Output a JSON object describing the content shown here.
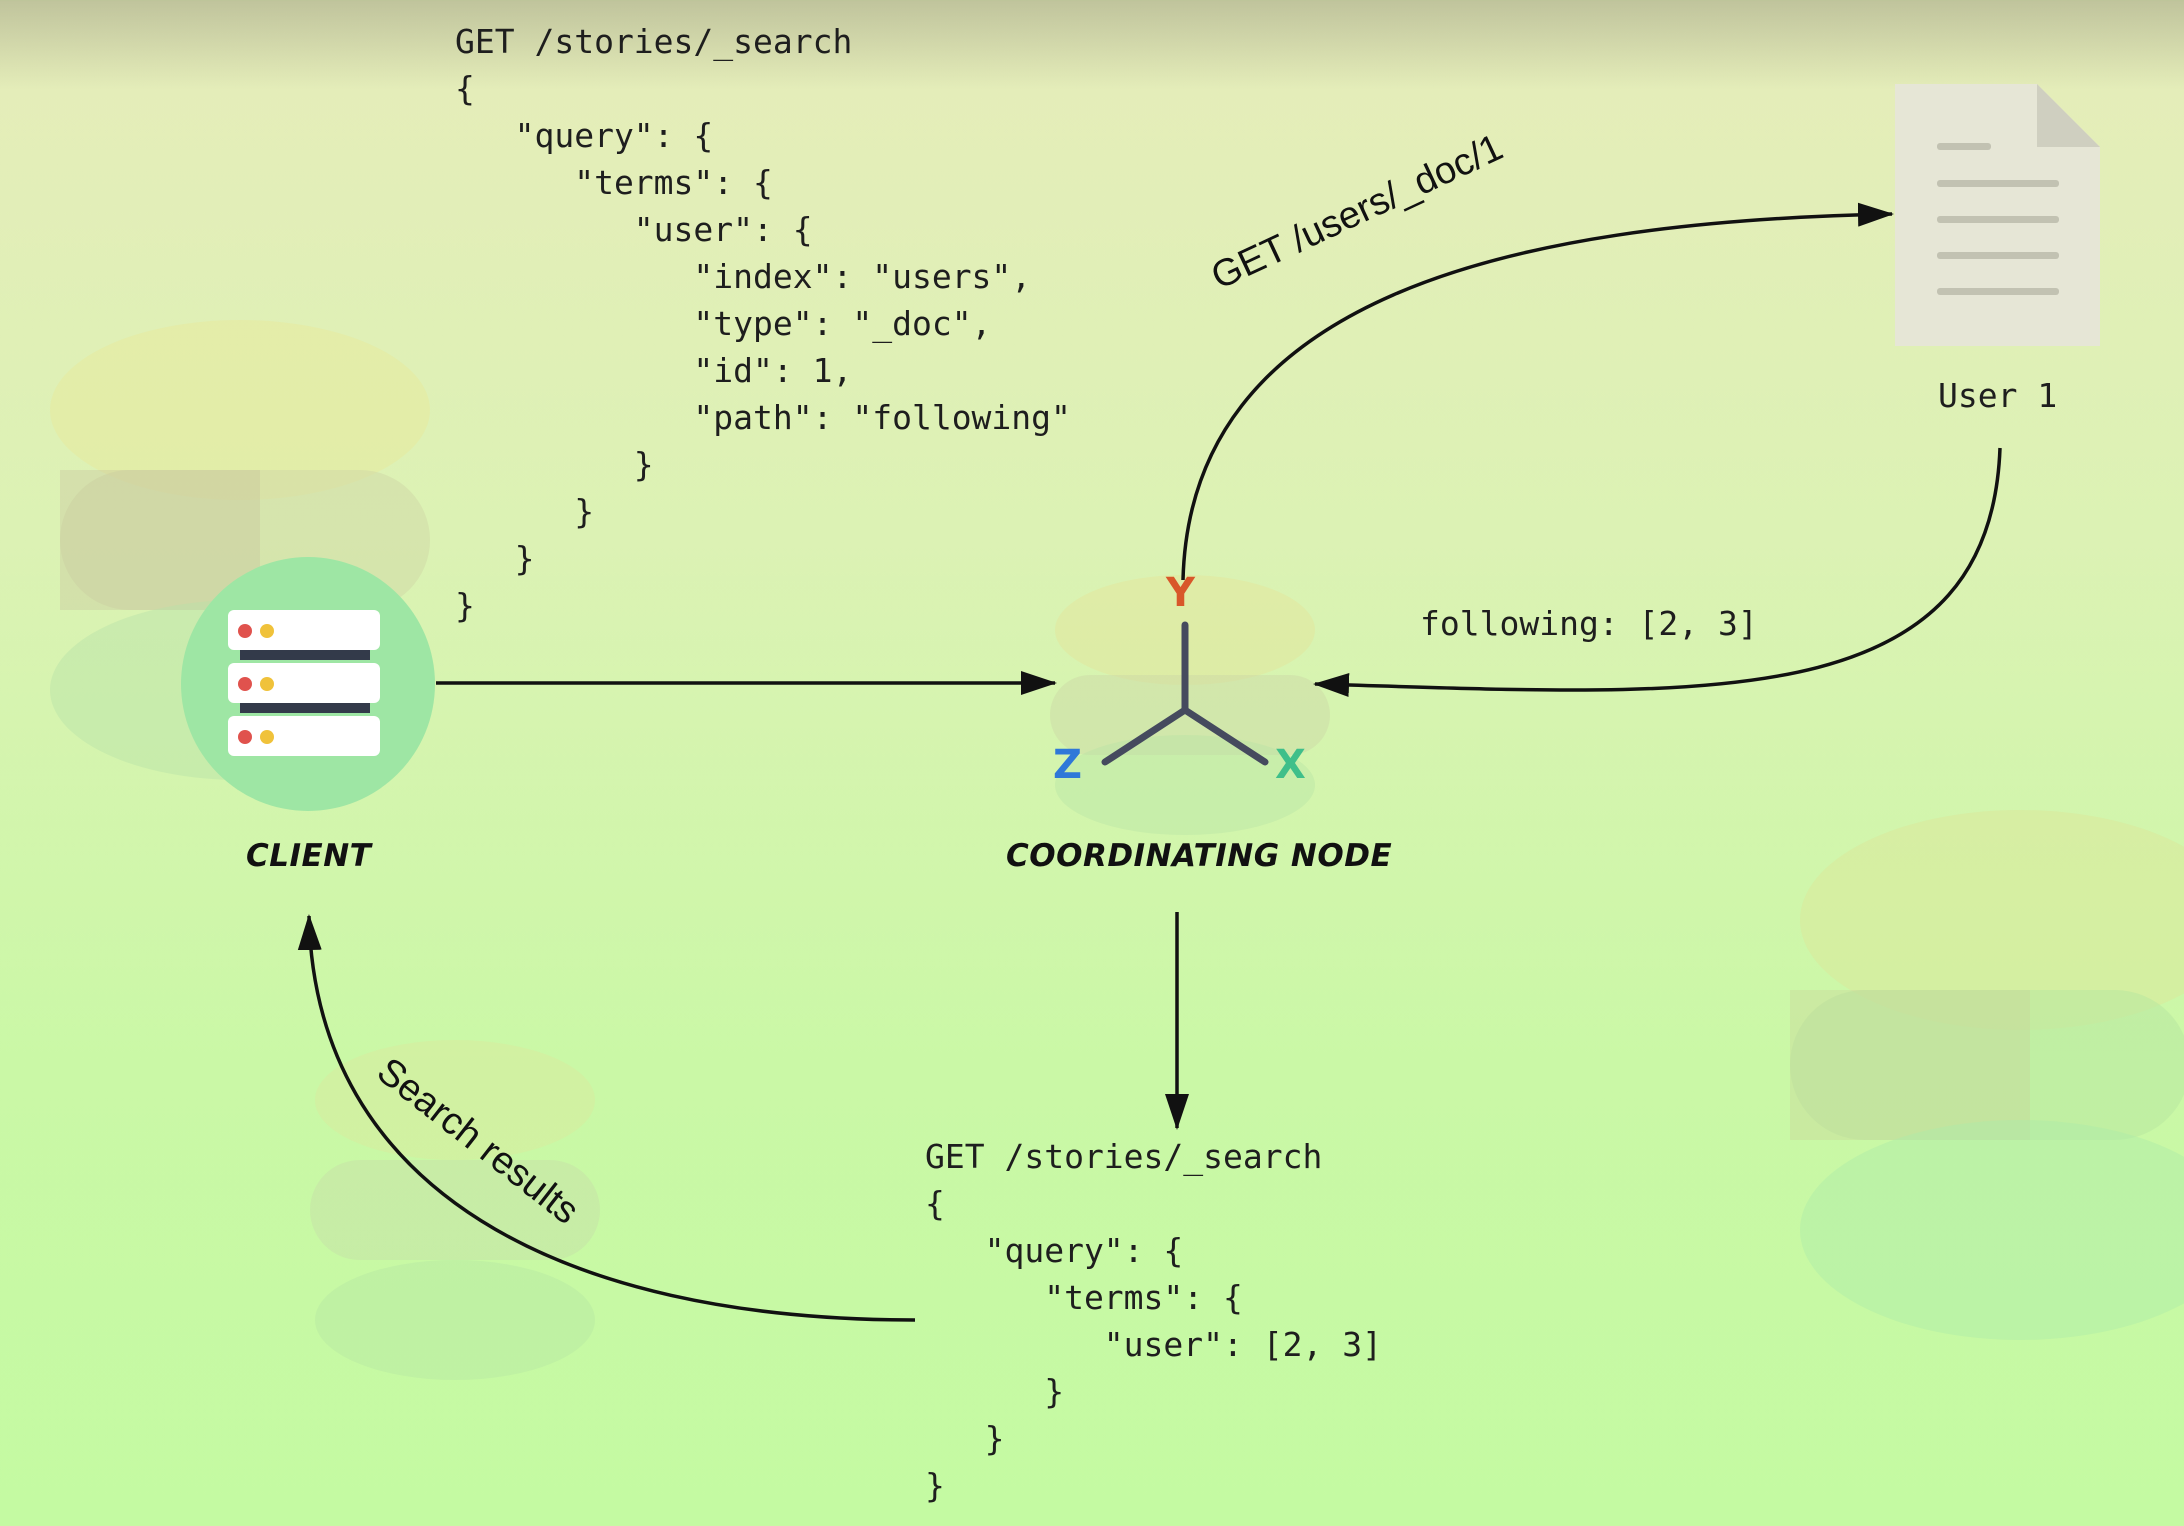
{
  "code_top": {
    "lines": [
      "GET /stories/_search",
      "{",
      "   \"query\": {",
      "      \"terms\": {",
      "         \"user\": {",
      "            \"index\": \"users\",",
      "            \"type\": \"_doc\",",
      "            \"id\": 1,",
      "            \"path\": \"following\"",
      "         }",
      "      }",
      "   }",
      "}"
    ]
  },
  "code_bottom": {
    "lines": [
      "GET /stories/_search",
      "{",
      "   \"query\": {",
      "      \"terms\": {",
      "         \"user\": [2, 3]",
      "      }",
      "   }",
      "}"
    ]
  },
  "labels": {
    "client": "CLIENT",
    "coordinating_node": "COORDINATING NODE",
    "user_doc": "User 1",
    "following": "following: [2, 3]",
    "get_users": "GET /users/_doc/1",
    "search_results": "Search results"
  },
  "axes_icon": {
    "y": "Y",
    "x": "X",
    "z": "Z"
  },
  "colors": {
    "client_circle": "#9ee6a4",
    "server_dot_red": "#e0524d",
    "server_dot_yellow": "#f0c23a",
    "server_dark": "#333a4a",
    "axis_y": "#d8572a",
    "axis_x": "#3fbf8a",
    "axis_z": "#2f78d8",
    "axis_stem": "#454a5e",
    "doc_paper": "#e6e6d6",
    "doc_fold": "#cfcfc0",
    "doc_lines": "#c2c2b2"
  }
}
